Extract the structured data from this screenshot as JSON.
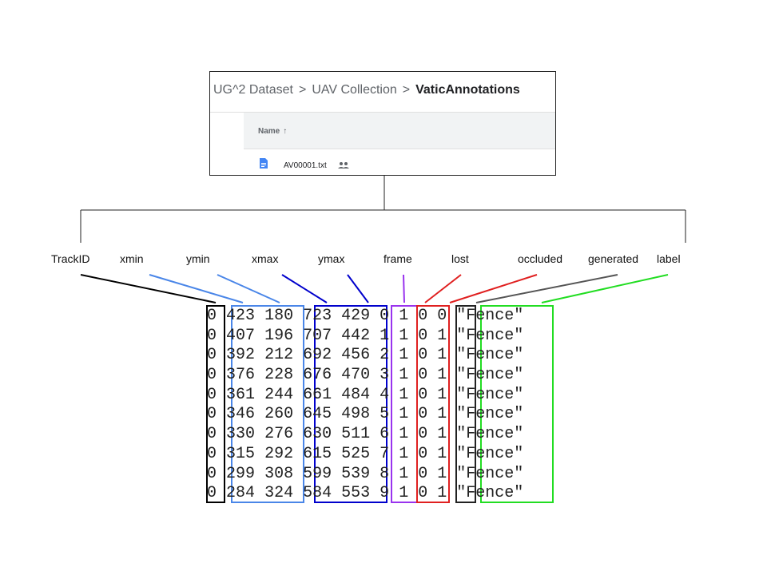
{
  "breadcrumb": {
    "items": [
      "UG^2 Dataset",
      "UAV Collection"
    ],
    "current": "VaticAnnotations",
    "separator": ">"
  },
  "file_list": {
    "column_header": "Name",
    "sort_indicator": "↑",
    "file_name": "AV00001.txt",
    "file_icon": "doc-icon",
    "shared_icon": "people-icon"
  },
  "fields": [
    {
      "label": "TrackID",
      "color": "#000000"
    },
    {
      "label": "xmin",
      "color": "#4a86e8"
    },
    {
      "label": "ymin",
      "color": "#4a86e8"
    },
    {
      "label": "xmax",
      "color": "#0000cc"
    },
    {
      "label": "ymax",
      "color": "#0000cc"
    },
    {
      "label": "frame",
      "color": "#9933ee"
    },
    {
      "label": "lost",
      "color": "#e02020"
    },
    {
      "label": "occluded",
      "color": "#e02020"
    },
    {
      "label": "generated",
      "color": "#555555"
    },
    {
      "label": "label",
      "color": "#22dd22"
    }
  ],
  "rows": [
    [
      "0",
      "423",
      "180",
      "723",
      "429",
      "0",
      "1",
      "0",
      "0",
      "\"Fence\""
    ],
    [
      "0",
      "407",
      "196",
      "707",
      "442",
      "1",
      "1",
      "0",
      "1",
      "\"Fence\""
    ],
    [
      "0",
      "392",
      "212",
      "692",
      "456",
      "2",
      "1",
      "0",
      "1",
      "\"Fence\""
    ],
    [
      "0",
      "376",
      "228",
      "676",
      "470",
      "3",
      "1",
      "0",
      "1",
      "\"Fence\""
    ],
    [
      "0",
      "361",
      "244",
      "661",
      "484",
      "4",
      "1",
      "0",
      "1",
      "\"Fence\""
    ],
    [
      "0",
      "346",
      "260",
      "645",
      "498",
      "5",
      "1",
      "0",
      "1",
      "\"Fence\""
    ],
    [
      "0",
      "330",
      "276",
      "630",
      "511",
      "6",
      "1",
      "0",
      "1",
      "\"Fence\""
    ],
    [
      "0",
      "315",
      "292",
      "615",
      "525",
      "7",
      "1",
      "0",
      "1",
      "\"Fence\""
    ],
    [
      "0",
      "299",
      "308",
      "599",
      "539",
      "8",
      "1",
      "0",
      "1",
      "\"Fence\""
    ],
    [
      "0",
      "284",
      "324",
      "584",
      "553",
      "9",
      "1",
      "0",
      "1",
      "\"Fence\""
    ]
  ]
}
